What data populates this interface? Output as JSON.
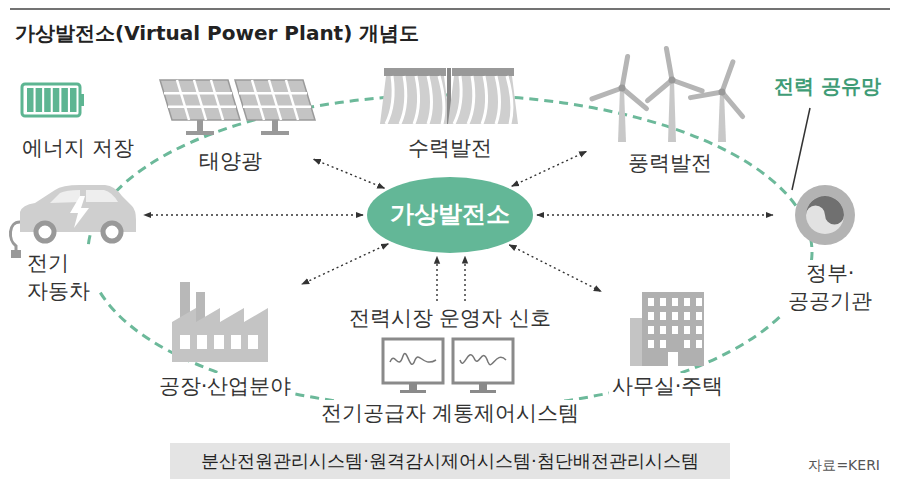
{
  "diagram": {
    "title": "가상발전소(Virtual Power Plant) 개념도",
    "nodes": [
      {
        "text": [
          "에너지 저장"
        ]
      },
      {
        "text": [
          "태양광"
        ]
      },
      {
        "text": [
          "수력발전"
        ]
      },
      {
        "text": [
          "풍력발전"
        ]
      },
      {
        "text": [
          "전기 자동차"
        ]
      },
      {
        "text": [
          "가상발전소"
        ]
      },
      {
        "text": [
          "정부· 공공기관"
        ]
      },
      {
        "text": [
          "전력시장 운영자 신호",
          "전기공급자 계통제어시스템"
        ]
      },
      {
        "text": [
          "공장·산업분야"
        ]
      },
      {
        "text": [
          "사무실·주택"
        ]
      },
      {
        "text": [
          "분산전원관리시스템·원격감시제어시스템·첨단배전관리시스템"
        ]
      }
    ],
    "edges": [
      {
        "from": 5,
        "to": 1,
        "arrow": "both"
      },
      {
        "from": 5,
        "to": 3,
        "arrow": "both"
      },
      {
        "from": 5,
        "to": 4,
        "arrow": "both"
      },
      {
        "from": 5,
        "to": 6,
        "arrow": "both"
      },
      {
        "from": 5,
        "to": 8,
        "arrow": "both"
      },
      {
        "from": 5,
        "to": 9,
        "arrow": "both"
      },
      {
        "from": 7,
        "to": 5,
        "arrow": "to"
      },
      {
        "from": 7,
        "to": 5,
        "arrow": "to"
      }
    ],
    "labels": [
      "전력 공유망",
      "자료=KERI"
    ]
  }
}
